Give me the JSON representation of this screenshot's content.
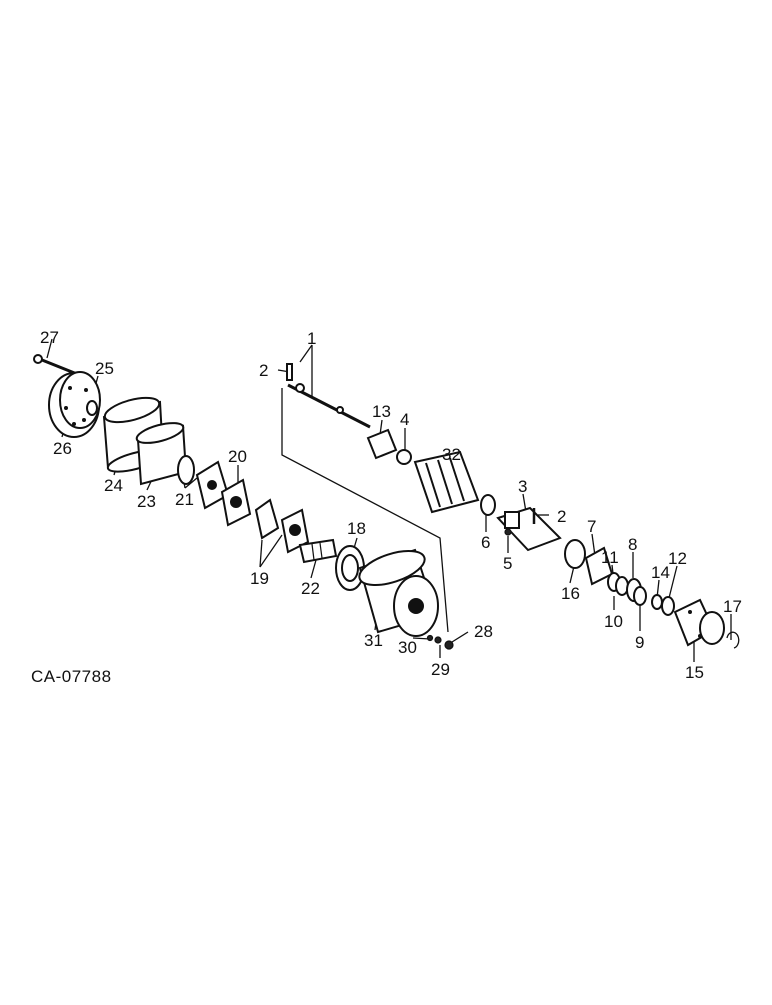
{
  "figure_code": "CA-07788",
  "callouts": [
    "1",
    "2",
    "2",
    "3",
    "4",
    "5",
    "6",
    "7",
    "8",
    "9",
    "10",
    "11",
    "12",
    "13",
    "14",
    "15",
    "16",
    "17",
    "18",
    "19",
    "20",
    "21",
    "22",
    "23",
    "24",
    "25",
    "26",
    "27",
    "28",
    "29",
    "30",
    "31",
    "32"
  ]
}
